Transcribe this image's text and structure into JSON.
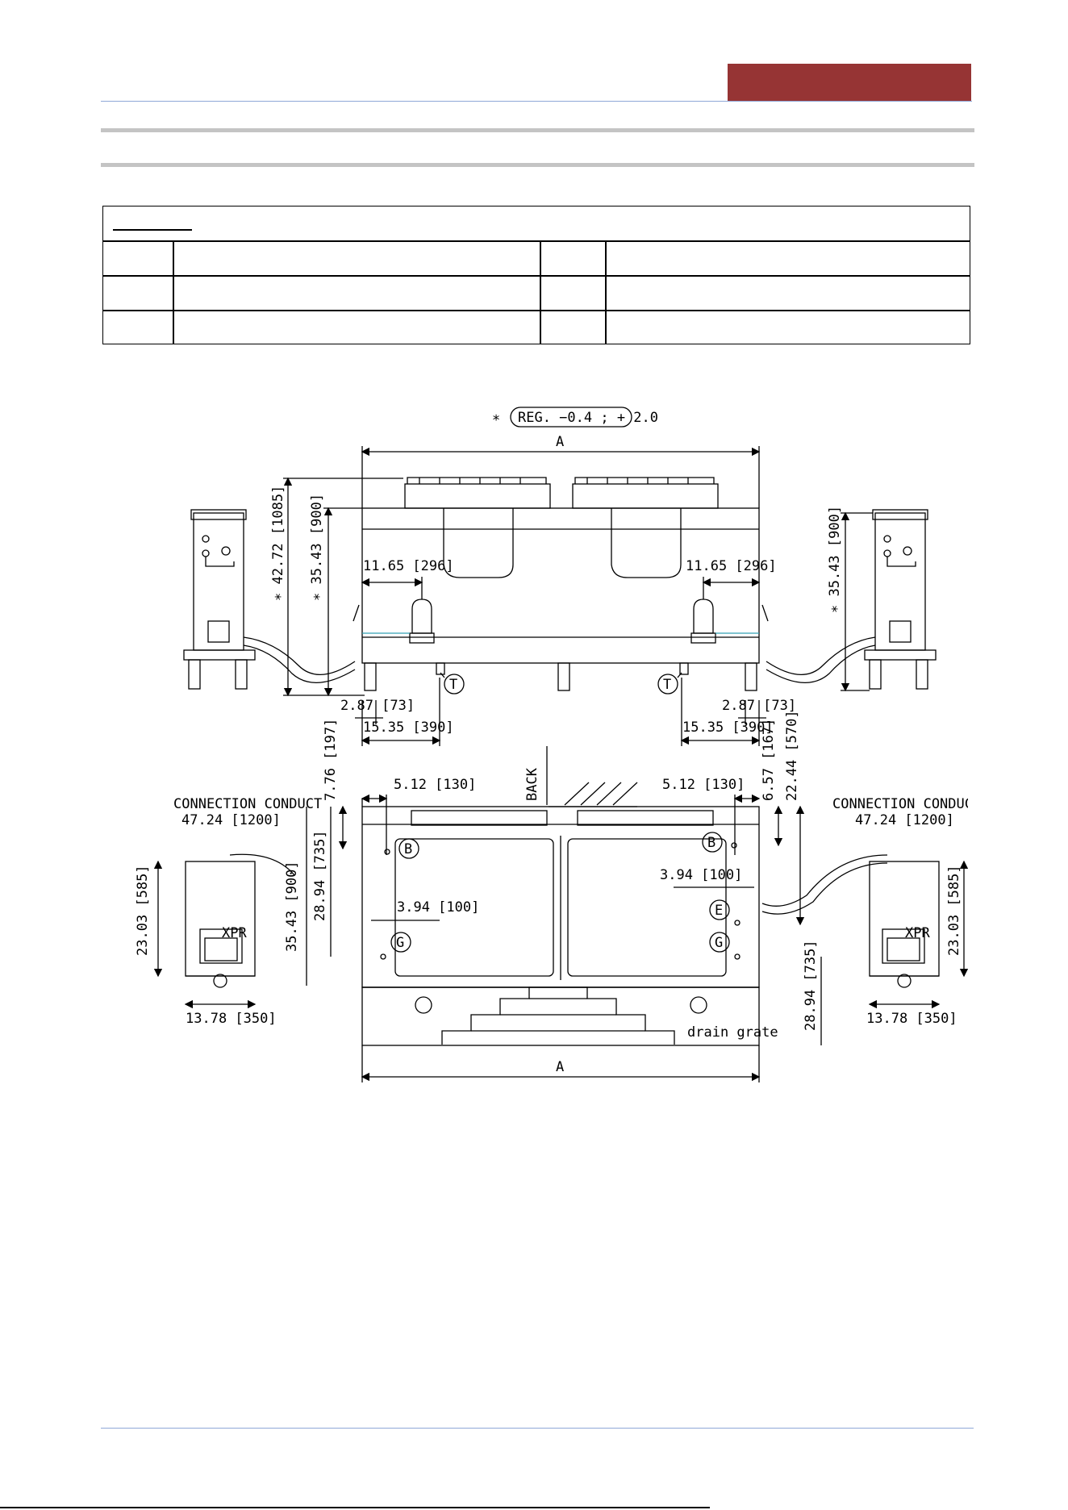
{
  "drawing": {
    "tolerance": {
      "prefix": "∗",
      "text": "REG. −0.4 ; + 2.0"
    },
    "front": {
      "width_label": "A",
      "height_total": "∗ 42.72 [1085]",
      "height_body_left": "∗ 35.43 [900]",
      "height_body_right": "∗ 35.43 [900]",
      "offset_left": "11.65 [296]",
      "offset_right": "11.65 [296]",
      "leg_left": "2.87 [73]",
      "leg_right": "2.87 [73]",
      "drain_left": "15.35 [390]",
      "drain_right": "15.35 [390]",
      "marker_t": "T"
    },
    "plan": {
      "back_label": "BACK",
      "dim_top_left": "5.12 [130]",
      "dim_top_right": "5.12 [130]",
      "dim_left_197": "7.76 [197]",
      "dim_right_167": "6.57 [167]",
      "dim_right_570": "22.44 [570]",
      "dim_left_735": "28.94 [735]",
      "dim_left_900": "35.43 [900]",
      "dim_left_100": "3.94 [100]",
      "dim_right_100": "3.94 [100]",
      "dim_right_735": "28.94 [735]",
      "marker_b": "B",
      "marker_g": "G",
      "marker_e": "E",
      "drain_grate": "drain grate",
      "width_label": "A"
    },
    "cabinet": {
      "conduit_title": "CONNECTION CONDUCT",
      "conduit_length": "47.24 [1200]",
      "depth": "23.03 [585]",
      "width": "13.78 [350]",
      "panel_text": "XPR"
    }
  }
}
